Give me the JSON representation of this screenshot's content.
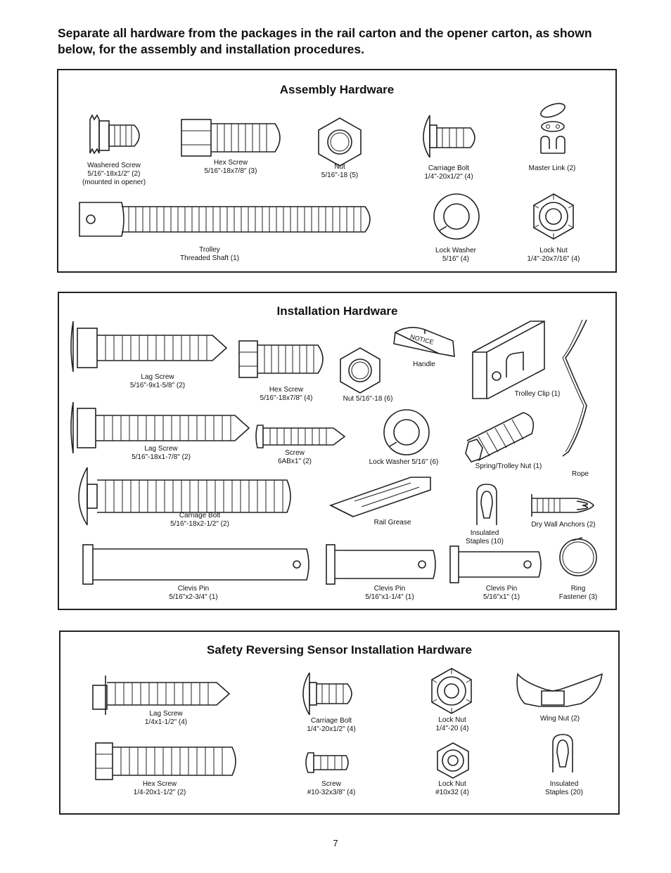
{
  "intro": "Separate all hardware from the packages in the rail carton and the opener carton, as shown below, for the assembly and installation procedures.",
  "assembly": {
    "title": "Assembly Hardware",
    "items": [
      {
        "name": "Washered Screw",
        "size": "5/16\"-18x1/2\" (2)",
        "note": "(mounted in opener)"
      },
      {
        "name": "Hex Screw",
        "size": "5/16\"-18x7/8\" (3)"
      },
      {
        "name": "Nut",
        "size": "5/16\"-18 (5)"
      },
      {
        "name": "Carriage Bolt",
        "size": "1/4\"-20x1/2\" (4)"
      },
      {
        "name": "Master Link (2)"
      },
      {
        "name": "Trolley",
        "size": "Threaded Shaft (1)"
      },
      {
        "name": "Lock Washer",
        "size": "5/16\" (4)"
      },
      {
        "name": "Lock Nut",
        "size": "1/4\"-20x7/16\" (4)"
      }
    ]
  },
  "installation": {
    "title": "Installation Hardware",
    "notice": "NOTICE",
    "items": [
      {
        "name": "Lag Screw",
        "size": "5/16\"-9x1-5/8\" (2)"
      },
      {
        "name": "Hex Screw",
        "size": "5/16\"-18x7/8\" (4)"
      },
      {
        "name": "Nut 5/16\"-18 (6)"
      },
      {
        "name": "Handle"
      },
      {
        "name": "Trolley Clip (1)"
      },
      {
        "name": "Lag Screw",
        "size": "5/16\"-18x1-7/8\" (2)"
      },
      {
        "name": "Screw",
        "size": "6ABx1\" (2)"
      },
      {
        "name": "Lock Washer 5/16\" (6)"
      },
      {
        "name": "Spring/Trolley Nut (1)"
      },
      {
        "name": "Rope"
      },
      {
        "name": "Carriage Bolt",
        "size": "5/16\"-18x2-1/2\" (2)"
      },
      {
        "name": "Rail Grease"
      },
      {
        "name": "Insulated",
        "size": "Staples (10)"
      },
      {
        "name": "Dry Wall Anchors (2)"
      },
      {
        "name": "Clevis Pin",
        "size": "5/16\"x2-3/4\" (1)"
      },
      {
        "name": "Clevis Pin",
        "size": "5/16\"x1-1/4\" (1)"
      },
      {
        "name": "Clevis Pin",
        "size": "5/16\"x1\" (1)"
      },
      {
        "name": "Ring",
        "size": "Fastener (3)"
      }
    ]
  },
  "sensor": {
    "title": "Safety Reversing Sensor Installation Hardware",
    "items": [
      {
        "name": "Lag Screw",
        "size": "1/4x1-1/2\" (4)"
      },
      {
        "name": "Carriage Bolt",
        "size": "1/4\"-20x1/2\" (4)"
      },
      {
        "name": "Lock Nut",
        "size": "1/4\"-20 (4)"
      },
      {
        "name": "Wing Nut (2)"
      },
      {
        "name": "Hex Screw",
        "size": "1/4-20x1-1/2\" (2)"
      },
      {
        "name": "Screw",
        "size": "#10-32x3/8\" (4)"
      },
      {
        "name": "Lock Nut",
        "size": "#10x32 (4)"
      },
      {
        "name": "Insulated",
        "size": "Staples (20)"
      }
    ]
  },
  "page_number": "7"
}
